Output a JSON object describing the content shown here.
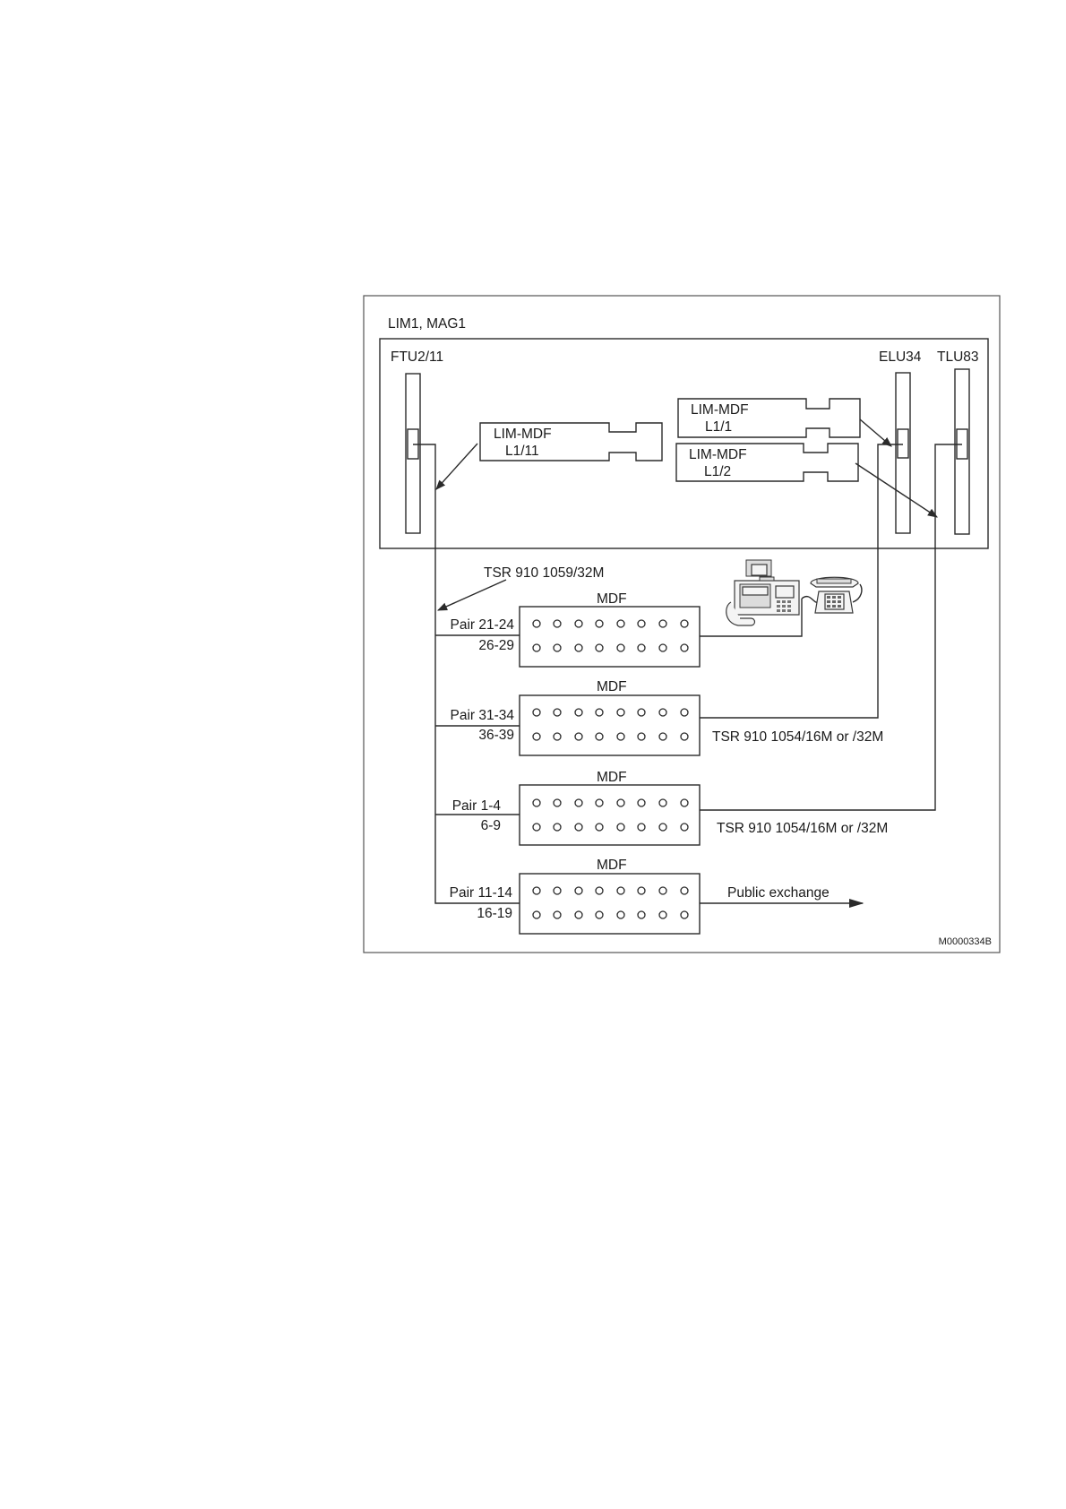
{
  "diagram": {
    "enclosure_label": "LIM1, MAG1",
    "boards": {
      "ftu": "FTU2/11",
      "elu": "ELU34",
      "tlu": "TLU83"
    },
    "lim_mdf": [
      {
        "name": "LIM-MDF",
        "pos": "L1/11"
      },
      {
        "name": "LIM-MDF",
        "pos": "L1/1"
      },
      {
        "name": "LIM-MDF",
        "pos": "L1/2"
      }
    ],
    "cable_main": "TSR 910 1059/32M",
    "mdf_label": "MDF",
    "blocks": [
      {
        "pair_top": "Pair 21-24",
        "pair_bottom": "26-29",
        "cable": ""
      },
      {
        "pair_top": "Pair 31-34",
        "pair_bottom": "36-39",
        "cable": "TSR 910 1054/16M or /32M"
      },
      {
        "pair_top": "Pair 1-4",
        "pair_bottom": "6-9",
        "cable": "TSR 910 1054/16M or /32M"
      },
      {
        "pair_top": "Pair 11-14",
        "pair_bottom": "16-19",
        "cable": "Public exchange"
      }
    ],
    "icons": {
      "fax": "fax-machine-icon",
      "phone": "telephone-icon"
    },
    "figure_id": "M0000334B"
  }
}
